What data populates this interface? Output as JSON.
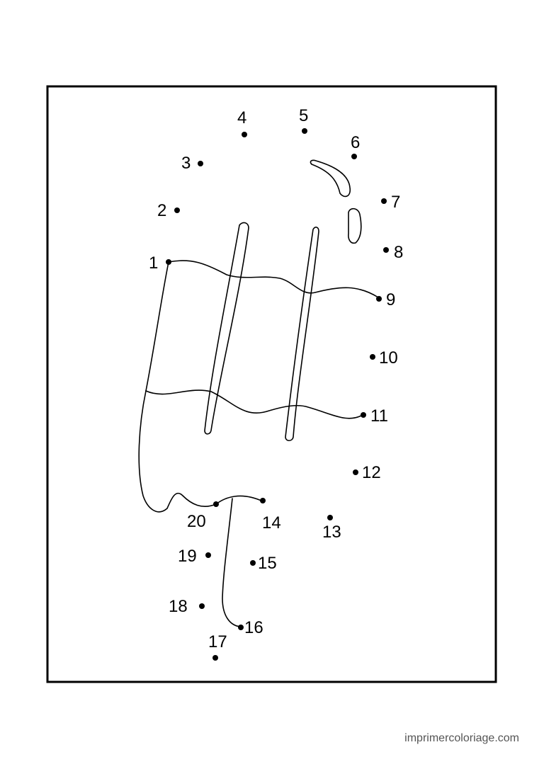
{
  "watermark": "imprimercoloriage.com",
  "dots": [
    {
      "n": "1"
    },
    {
      "n": "2"
    },
    {
      "n": "3"
    },
    {
      "n": "4"
    },
    {
      "n": "5"
    },
    {
      "n": "6"
    },
    {
      "n": "7"
    },
    {
      "n": "8"
    },
    {
      "n": "9"
    },
    {
      "n": "10"
    },
    {
      "n": "11"
    },
    {
      "n": "12"
    },
    {
      "n": "13"
    },
    {
      "n": "14"
    },
    {
      "n": "15"
    },
    {
      "n": "16"
    },
    {
      "n": "17"
    },
    {
      "n": "18"
    },
    {
      "n": "19"
    },
    {
      "n": "20"
    }
  ]
}
